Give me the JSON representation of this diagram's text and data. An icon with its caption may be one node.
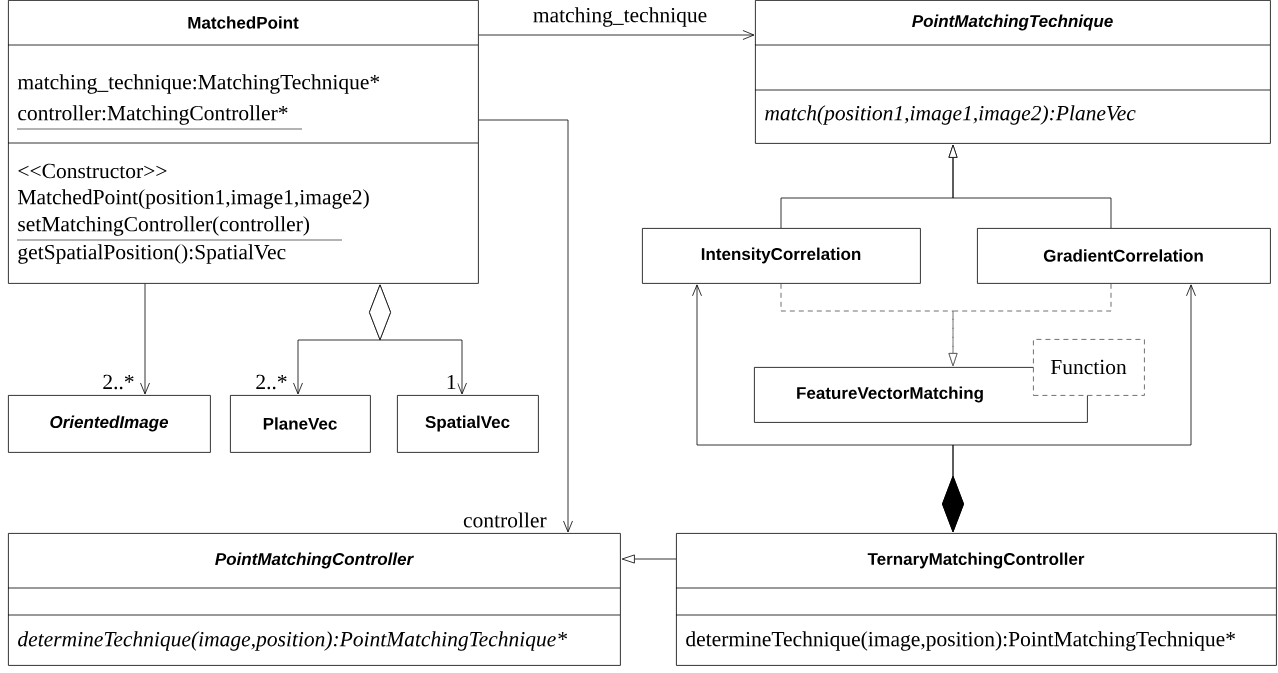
{
  "diagram": {
    "nodes": [
      {
        "text": [
          "MatchedPoint",
          "matching_technique:MatchingTechnique*",
          "controller:MatchingController*",
          "<<Constructor>>",
          "MatchedPoint(position1,image1,image2)",
          "setMatchingController(controller)",
          "getSpatialPosition():SpatialVec"
        ]
      },
      {
        "text": [
          "PointMatchingTechnique",
          "match(position1,image1,image2):PlaneVec"
        ]
      },
      {
        "text": [
          "IntensityCorrelation"
        ]
      },
      {
        "text": [
          "GradientCorrelation"
        ]
      },
      {
        "text": [
          "FeatureVectorMatching"
        ]
      },
      {
        "text": [
          "Function"
        ]
      },
      {
        "text": [
          "OrientedImage"
        ]
      },
      {
        "text": [
          "PlaneVec"
        ]
      },
      {
        "text": [
          "SpatialVec"
        ]
      },
      {
        "text": [
          "PointMatchingController",
          "determineTechnique(image,position):PointMatchingTechnique*"
        ]
      },
      {
        "text": [
          "TernaryMatchingController",
          "determineTechnique(image,position):PointMatchingTechnique*"
        ]
      }
    ],
    "edges": [
      {
        "from": 0,
        "to": 1,
        "arrow": "to",
        "label": "matching_technique"
      },
      {
        "from": 0,
        "to": 9,
        "arrow": "to",
        "label": "controller"
      },
      {
        "from": 2,
        "to": 1,
        "arrow": "to"
      },
      {
        "from": 3,
        "to": 1,
        "arrow": "to"
      },
      {
        "from": 2,
        "to": 4,
        "arrow": "to",
        "style": "dashed"
      },
      {
        "from": 3,
        "to": 4,
        "arrow": "to",
        "style": "dashed"
      },
      {
        "from": 0,
        "to": 6,
        "arrow": "to",
        "label": "2..*"
      },
      {
        "from": 0,
        "to": 7,
        "arrow": "to",
        "label": "2..*"
      },
      {
        "from": 0,
        "to": 8,
        "arrow": "to",
        "label": "1"
      },
      {
        "from": 10,
        "to": 2,
        "arrow": "to"
      },
      {
        "from": 10,
        "to": 3,
        "arrow": "to"
      },
      {
        "from": 10,
        "to": 9,
        "arrow": "to"
      }
    ]
  }
}
